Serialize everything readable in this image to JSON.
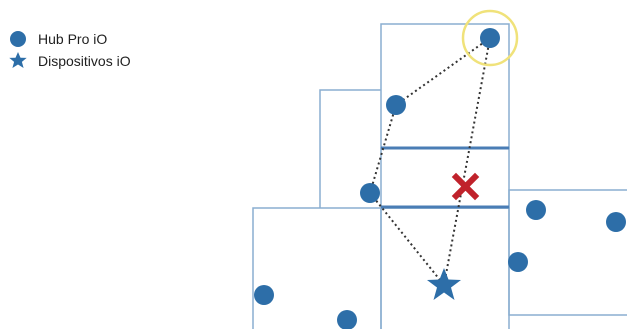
{
  "legend": {
    "items": [
      {
        "label": "Hub Pro iO",
        "icon": "circle-icon"
      },
      {
        "label": "Dispositivos iO",
        "icon": "star-icon"
      }
    ]
  },
  "colors": {
    "device_blue": "#2d6ea8",
    "wall_blue": "#4a7db5",
    "room_outline": "#8aaed0",
    "link_line": "#333333",
    "blocked_red": "#c0222b",
    "hub_highlight": "#f0e27a"
  },
  "diagram": {
    "blocked_marker": "x-icon",
    "highlighted_hub": "hub-top-right"
  }
}
